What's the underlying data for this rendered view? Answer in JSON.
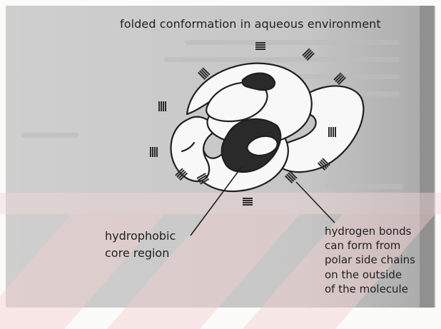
{
  "diagram": {
    "title": "folded conformation in aqueous environment",
    "labels": {
      "core": [
        "hydrophobic",
        "core region"
      ],
      "hydrogen_bonds": [
        "hydrogen bonds",
        "can form from",
        "polar side chains",
        "on the outside",
        "of the molecule"
      ]
    },
    "colors": {
      "page": "#fbfbfa",
      "gray_band": "#c9c9c9",
      "stripe": "#f6dcdc",
      "ink": "#1f1f1f",
      "core_fill": "#2a2a2a"
    }
  }
}
